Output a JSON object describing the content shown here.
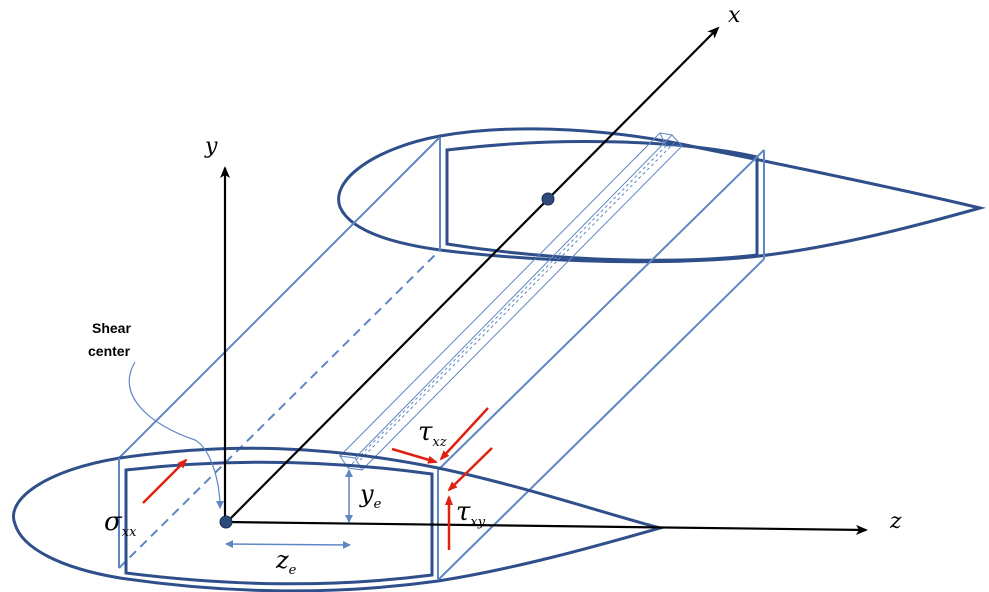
{
  "colors": {
    "airfoil": "#2f4f8a",
    "box": "#5f86c4",
    "axis": "#000000",
    "stress": "#e02010",
    "node": "#2c4a7c"
  },
  "labels": {
    "x_axis": "x",
    "y_axis": "y",
    "z_axis": "z",
    "shear_center_line1": "Shear",
    "shear_center_line2": "center",
    "sigma_main": "σ",
    "sigma_sub": "xx",
    "tau_xz_main": "τ",
    "tau_xz_sub": "xz",
    "tau_xy_main": "τ",
    "tau_xy_sub": "xy",
    "ye_main": "y",
    "ye_sub": "e",
    "ze_main": "z",
    "ze_sub": "e"
  }
}
